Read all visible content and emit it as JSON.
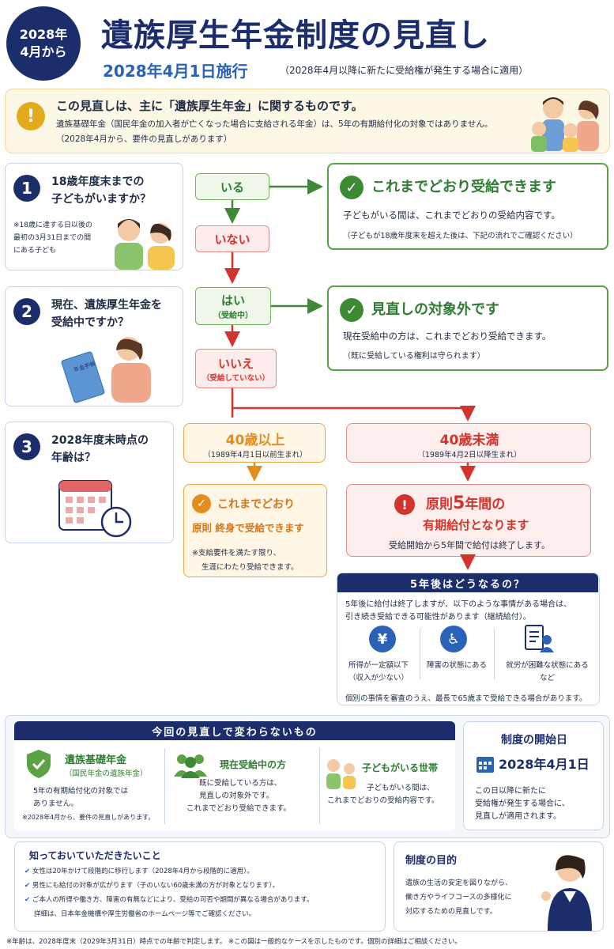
{
  "header": {
    "badge_line1": "2028年",
    "badge_line2": "4月から",
    "title": "遺族厚生年金制度の見直し",
    "effective": "2028年4月1日施行",
    "effective_note": "（2028年4月以降に新たに受給権が発生する場合に適用）"
  },
  "notice": {
    "headline": "この見直しは、主に「遺族厚生年金」に関するものです。",
    "line1": "遺族基礎年金（国民年金の加入者が亡くなった場合に支給される年金）は、5年の有期給付化の対象ではありません。",
    "line2": "（2028年4月から、要件の見直しがあります）"
  },
  "q1": {
    "num": "1",
    "line1": "18歳年度末までの",
    "line2": "子どもがいますか？",
    "note1": "※18歳に達する日以後の",
    "note2": "最初の3月31日までの間",
    "note3": "にある子ども",
    "yes": "いる",
    "no": "いない"
  },
  "res1": {
    "title": "これまでどおり受給できます",
    "line1": "子どもがいる間は、これまでどおりの受給内容です。",
    "line2": "（子どもが18歳年度末を超えた後は、下記の流れでご確認ください）"
  },
  "q2": {
    "num": "2",
    "line1": "現在、遺族厚生年金を",
    "line2": "受給中ですか？",
    "book_label": "年金手帳",
    "yes": "はい",
    "yes_sub": "（受給中）",
    "no": "いいえ",
    "no_sub": "（受給していない）"
  },
  "res2": {
    "title": "見直しの対象外です",
    "line1": "現在受給中の方は、これまでどおり受給できます。",
    "line2": "（既に受給している権利は守られます）"
  },
  "q3": {
    "num": "3",
    "line1": "2028年度末時点の",
    "line2": "年齢は？"
  },
  "over40": {
    "label": "40歳以上",
    "sub": "（1989年4月1日以前生まれ）",
    "res_title": "これまでどおり",
    "res_line": "原則 終身で受給できます",
    "note1": "※支給要件を満たす限り、",
    "note2": "生涯にわたり受給できます。"
  },
  "under40": {
    "label": "40歳未満",
    "sub": "（1989年4月2日以降生まれ）",
    "res_title_a": "原則",
    "res_title_b": "5",
    "res_title_c": "年間の",
    "res_title2": "有期給付となります",
    "res_line": "受給開始から5年間で給付は終了します。"
  },
  "after5": {
    "title": "5年後はどうなるの？",
    "line1": "5年後に給付は終了しますが、以下のような事情がある場合は、",
    "line2": "引き続き受給できる可能性があります（継続給付）。",
    "items": [
      {
        "l1": "所得が一定額以下",
        "l2": "（収入が少ない）"
      },
      {
        "l1": "障害の状態にある",
        "l2": ""
      },
      {
        "l1": "就労が困難な状態にある",
        "l2": "など"
      }
    ],
    "footer": "個別の事情を審査のうえ、最長で65歳まで受給できる場合があります。"
  },
  "unchanged": {
    "title": "今回の見直しで変わらないもの",
    "c1_title": "遺族基礎年金",
    "c1_sub": "（国民年金の遺族年金）",
    "c1_l1": "5年の有期給付化の対象では",
    "c1_l2": "ありません。",
    "c1_note": "※2028年4月から、要件の見直しがあります。",
    "c2_title": "現在受給中の方",
    "c2_l1": "既に受給している方は、",
    "c2_l2": "見直しの対象外です。",
    "c2_l3": "これまでどおり受給できます。",
    "c3_title": "子どもがいる世帯",
    "c3_l1": "子どもがいる間は、",
    "c3_l2": "これまでどおりの受給内容です。"
  },
  "start": {
    "title": "制度の開始日",
    "date": "2028年4月1日",
    "l1": "この日以降に新たに",
    "l2": "受給権が発生する場合に、",
    "l3": "見直しが適用されます。"
  },
  "know": {
    "title": "知っておいていただきたいこと",
    "b1": "女性は20年かけて段階的に移行します（2028年4月から段階的に適用）。",
    "b2": "男性にも給付の対象が広がります（子のいない60歳未満の方が対象となります）。",
    "b3": "ご本人の所得や働き方、障害の有無などにより、受給の可否や期間が異なる場合があります。",
    "b4": "詳細は、日本年金機構や厚生労働省のホームページ等でご確認ください。"
  },
  "purpose": {
    "title": "制度の目的",
    "l1": "遺族の生活の安定を図りながら、",
    "l2": "働き方やライフコースの多様化に",
    "l3": "対応するための見直しです。"
  },
  "footer": "※年齢は、2028年度末（2029年3月31日）時点での年齢で判定します。 ※この図は一般的なケースを示したものです。個別の詳細はご相談ください。",
  "colors": {
    "navy": "#1c2d6b",
    "green": "#3c8a34",
    "red": "#d0342c",
    "orange": "#e38d1f",
    "blue": "#2a62b8"
  }
}
